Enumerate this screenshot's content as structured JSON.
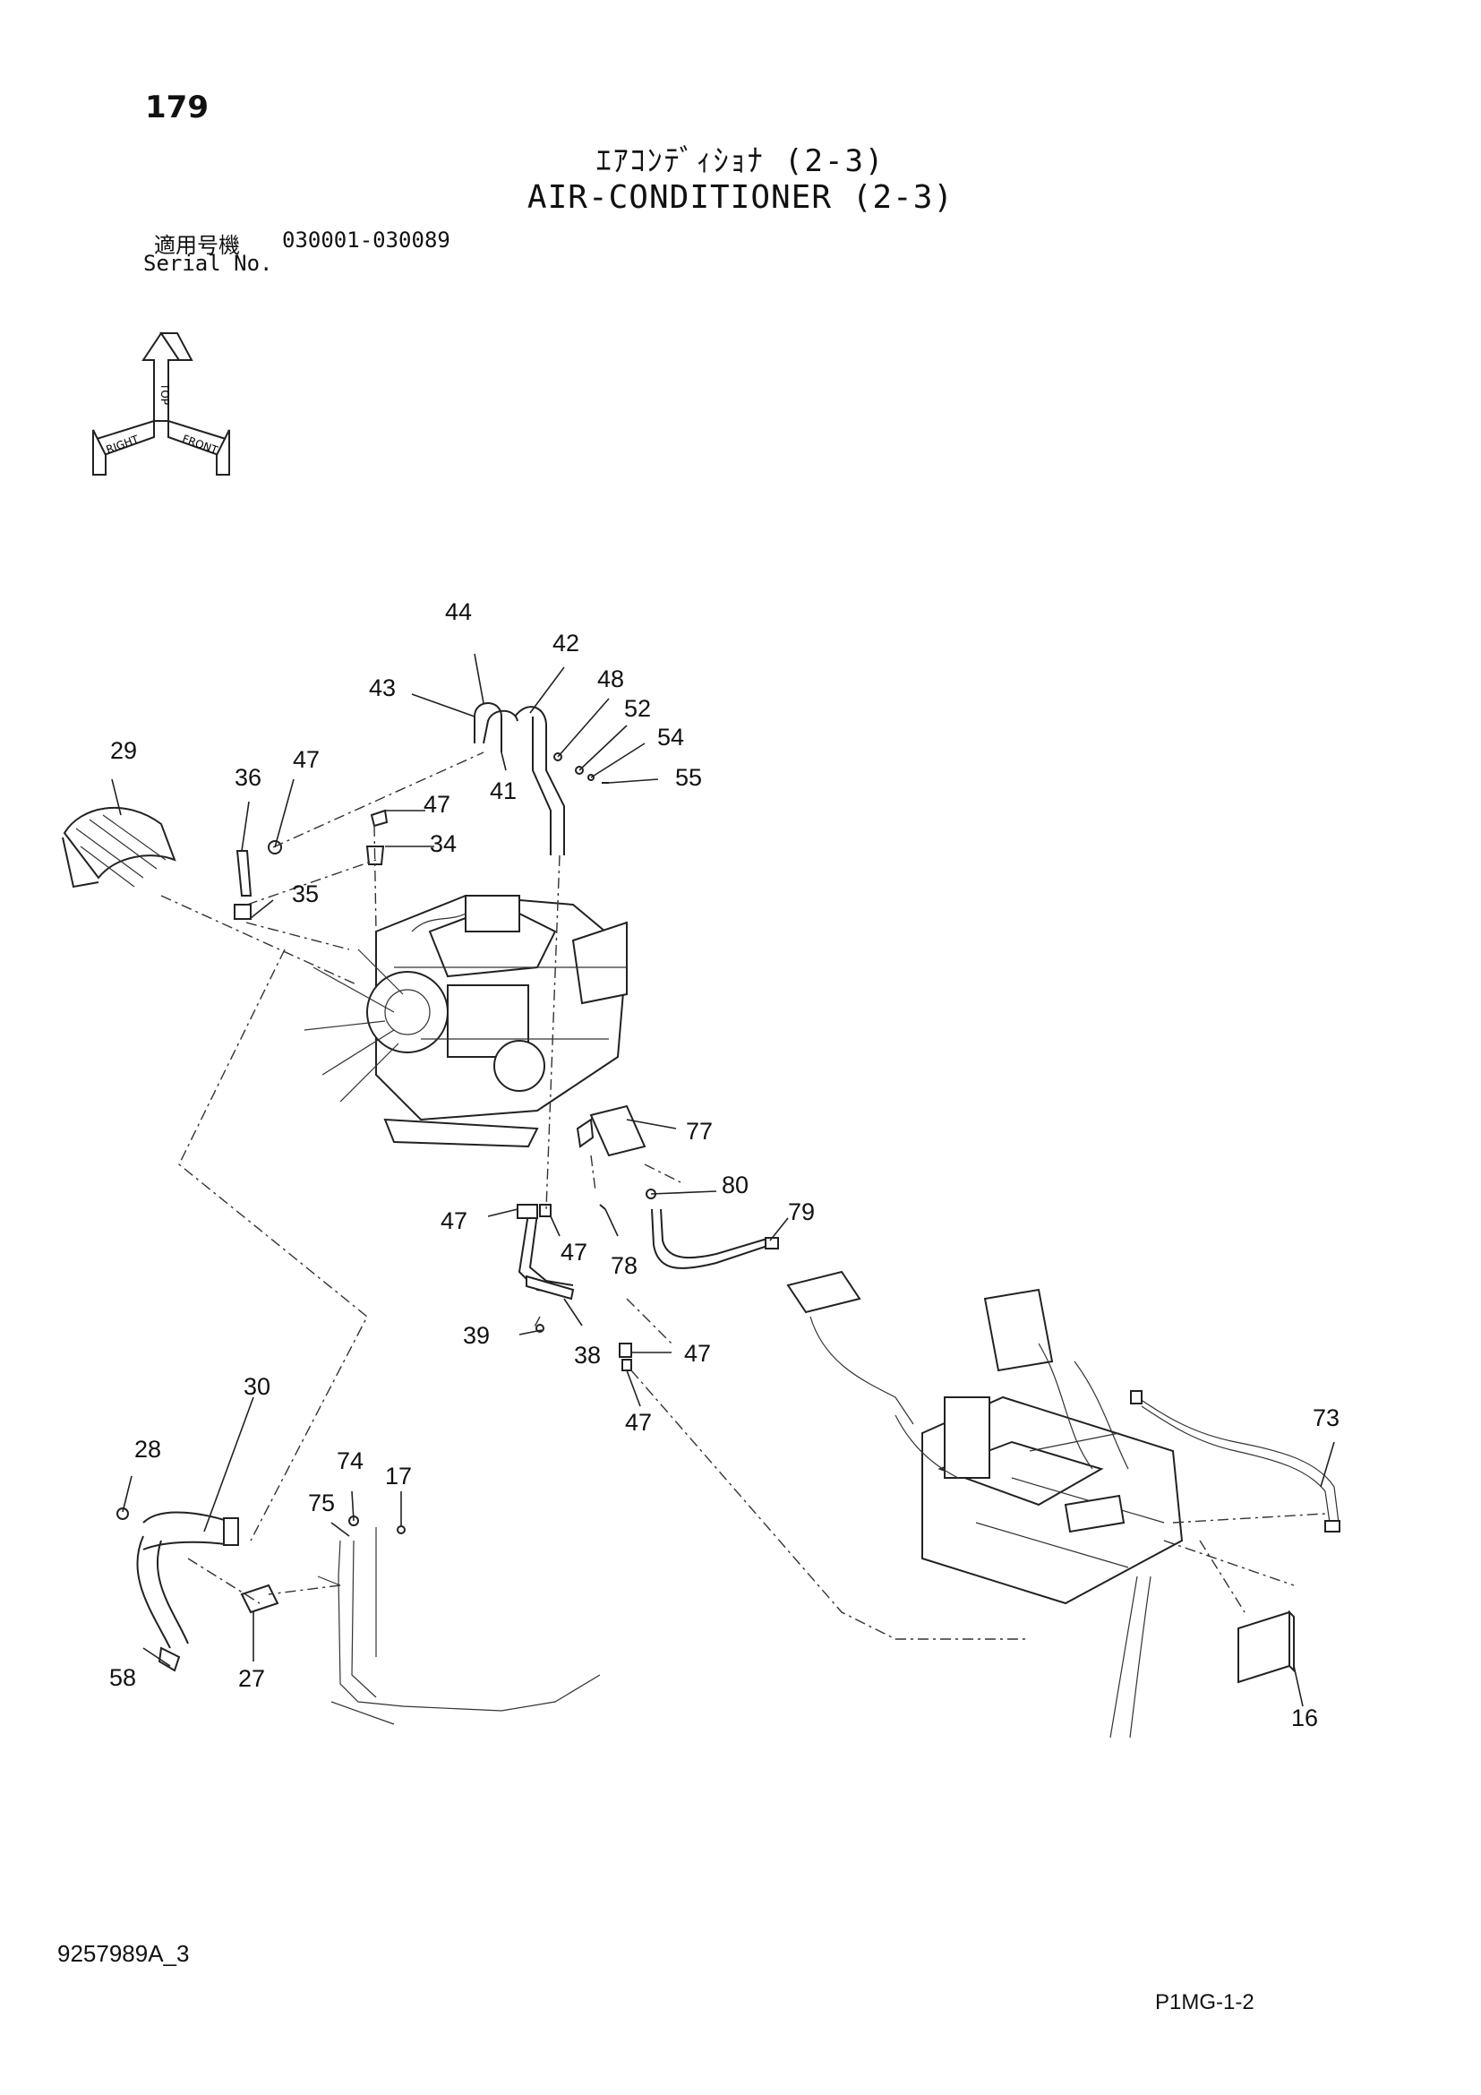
{
  "header": {
    "page_number": "179",
    "title_jp": "ｴｱｺﾝﾃﾞｨｼｮﾅ (2-3)",
    "title_en": "AIR-CONDITIONER (2-3)",
    "serial_label_jp": "適用号機",
    "serial_range": "030001-030089",
    "serial_label_en": "Serial No."
  },
  "orientation_icon": {
    "labels": [
      "TOP",
      "RIGHT",
      "FRONT"
    ]
  },
  "callouts": [
    "16",
    "17",
    "27",
    "28",
    "29",
    "30",
    "34",
    "35",
    "36",
    "38",
    "39",
    "41",
    "42",
    "43",
    "44",
    "47",
    "47",
    "47",
    "47",
    "47",
    "47",
    "47",
    "48",
    "52",
    "54",
    "55",
    "58",
    "73",
    "74",
    "75",
    "77",
    "78",
    "79",
    "80"
  ],
  "footer": {
    "doc_code": "9257989A_3",
    "page_code": "P1MG-1-2"
  }
}
